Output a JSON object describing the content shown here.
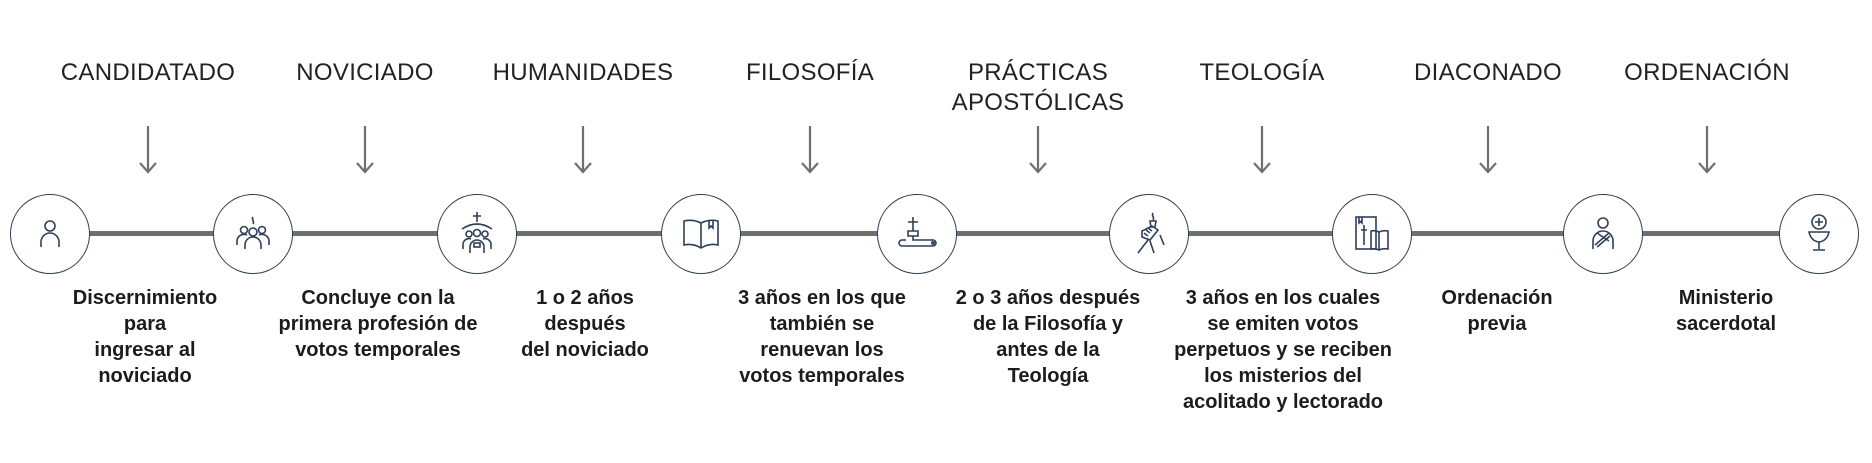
{
  "stages": [
    {
      "title": "CANDIDATADO",
      "description": [
        "Discernimiento",
        "para",
        "ingresar al",
        "noviciado"
      ]
    },
    {
      "title": "NOVICIADO",
      "description": [
        "Concluye con la",
        "primera profesión de",
        "votos temporales"
      ]
    },
    {
      "title": "HUMANIDADES",
      "description": [
        "1 o 2 años",
        "después",
        "del noviciado"
      ]
    },
    {
      "title": "FILOSOFÍA",
      "description": [
        "3 años en los que",
        "también se",
        "renuevan los",
        "votos temporales"
      ]
    },
    {
      "title_lines": [
        "PRÁCTICAS",
        "APOSTÓLICAS"
      ],
      "description": [
        "2 o 3 años después",
        "de la Filosofía y",
        "antes de la",
        "Teología"
      ]
    },
    {
      "title": "TEOLOGÍA",
      "description": [
        "3 años en los cuales",
        "se emiten votos",
        "perpetuos y se reciben",
        "los misterios del",
        "acolitado y lectorado"
      ]
    },
    {
      "title": "DIACONADO",
      "description": [
        "Ordenación",
        "previa"
      ]
    },
    {
      "title": "ORDENACIÓN",
      "description": [
        "Ministerio",
        "sacerdotal"
      ]
    }
  ],
  "icons": [
    "person-icon",
    "group-flame-icon",
    "church-community-icon",
    "open-book-icon",
    "cross-path-icon",
    "hands-torch-icon",
    "bible-book-icon",
    "deacon-stole-icon",
    "chalice-host-icon"
  ],
  "colors": {
    "text": "#222222",
    "line": "#6f6f6f",
    "icon": "#2e3f57"
  }
}
